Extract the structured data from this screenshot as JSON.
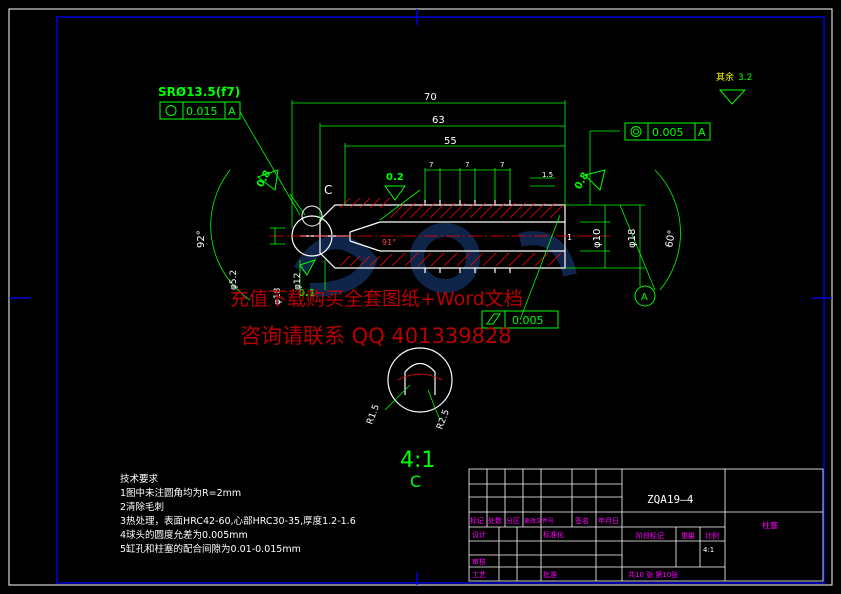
{
  "drawing": {
    "dims": {
      "d70": "70",
      "d63": "63",
      "d55": "55",
      "d7a": "7",
      "d7b": "7",
      "d7c": "7",
      "d15": "1.5",
      "dia10": "φ10",
      "dia18": "φ18",
      "dia12": "φ12",
      "dia18b": "φ18",
      "dia52": "φ5.2",
      "ang92": "92°",
      "ang91": "91°",
      "ang60": "60°",
      "chamfer": "1",
      "r15": "R1.5",
      "r25": "R2.5"
    },
    "sphere_label": "SRØ13.5(f7)",
    "fcf_left": {
      "value": "0.015",
      "datum": "A"
    },
    "fcf_right": {
      "value": "0.005",
      "datum": "A"
    },
    "fcf_bottom": {
      "value": "0.005"
    },
    "roughness_08_left": "0.8",
    "roughness_02": "0.2",
    "roughness_08_right": "0.8",
    "roughness_01": "0.1",
    "other_roughness": "其余",
    "other_roughness_val": "3.2",
    "detail_label": "C",
    "view_marker": "C",
    "datum_marker": "A",
    "scale_note": "4:1",
    "scale_letter": "C"
  },
  "tech_requirements": {
    "title": "技术要求",
    "items": [
      "1图中未注圆角均为R=2mm",
      "2清除毛刺",
      "3热处理，表面HRC42-60,心部HRC30-35,厚度1.2-1.6",
      "4球头的圆度允差为0.005mm",
      "5缸孔和柱塞的配合间隙为0.01-0.015mm"
    ]
  },
  "title_block": {
    "drawing_no": "ZQA19—4",
    "part_name": "柱塞",
    "row_labels": [
      "标记",
      "处数",
      "分区",
      "更改文件号",
      "签名",
      "年月日"
    ],
    "design": "设计",
    "standardize": "标准化",
    "review": "审核",
    "process": "工艺",
    "approve": "批准",
    "stage_mark": "阶段标记",
    "weight": "重量",
    "scale": "比例",
    "scale_val": "4:1",
    "sheets": "共10 张 第10张"
  },
  "watermark": {
    "line1": "充值下载购买全套图纸+Word文档",
    "line2": "咨询请联系 QQ 401339828"
  },
  "colors": {
    "border": "#0000ff",
    "frame": "#ffffff",
    "part": "#ffffff",
    "dimension": "#00ff00",
    "hatch": "#ff0000",
    "center": "#ff0000",
    "text_yellow": "#ffff00",
    "title_magenta": "#ff00ff",
    "watermark": "#cc0000"
  }
}
